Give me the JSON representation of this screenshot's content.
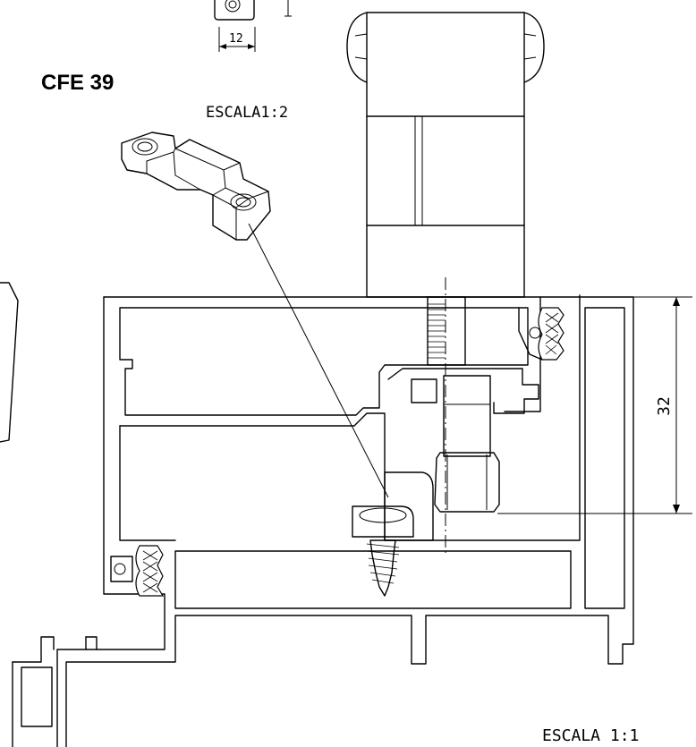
{
  "product_label": "CFE 39",
  "detail_scale_label": "ESCALA1:2",
  "main_scale_label": "ESCALA  1:1",
  "dimension_top": "12",
  "dimension_height": "32"
}
